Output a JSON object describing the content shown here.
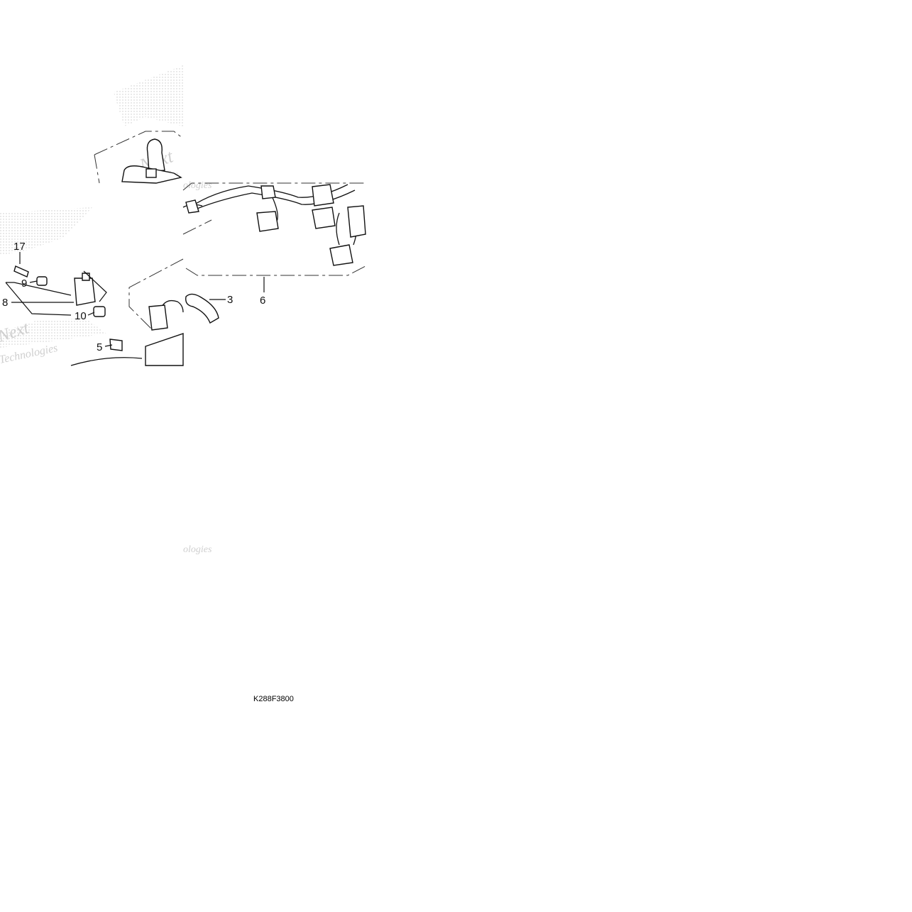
{
  "callouts": {
    "c17": "17",
    "c9": "9",
    "c8": "8",
    "c10": "10",
    "c5": "5",
    "c3": "3",
    "c6": "6"
  },
  "watermarks": {
    "w1": "Next",
    "w2": "Tec",
    "w3": "ologies",
    "w4": "Next",
    "w5": "Technologies",
    "w6": "ologies"
  },
  "diagram_code": "K288F3800"
}
